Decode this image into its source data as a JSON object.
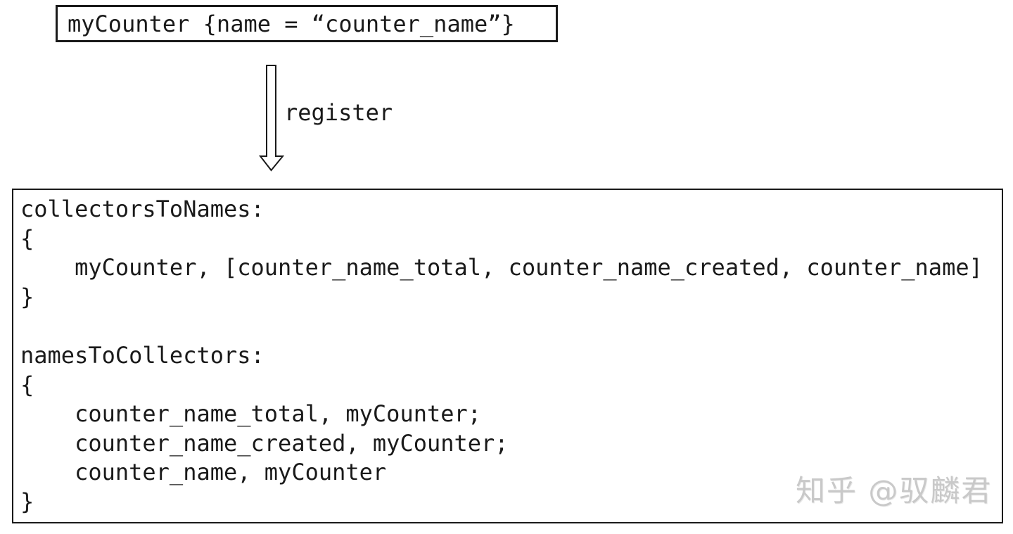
{
  "collector_box": {
    "code": "myCounter {name = “counter_name”}"
  },
  "arrow": {
    "label": "register",
    "icon": "down-arrow"
  },
  "registry_box": {
    "lines": [
      "collectorsToNames:",
      "{",
      "    myCounter, [counter_name_total, counter_name_created, counter_name]",
      "}",
      "",
      "namesToCollectors:",
      "{",
      "    counter_name_total, myCounter;",
      "    counter_name_created, myCounter;",
      "    counter_name, myCounter",
      "}"
    ]
  },
  "watermark": {
    "text": "知乎 @驭麟君"
  },
  "colors": {
    "text": "#1a1a1a",
    "border": "#1a1a1a",
    "watermark": "#c9c9c9",
    "background": "#ffffff"
  }
}
